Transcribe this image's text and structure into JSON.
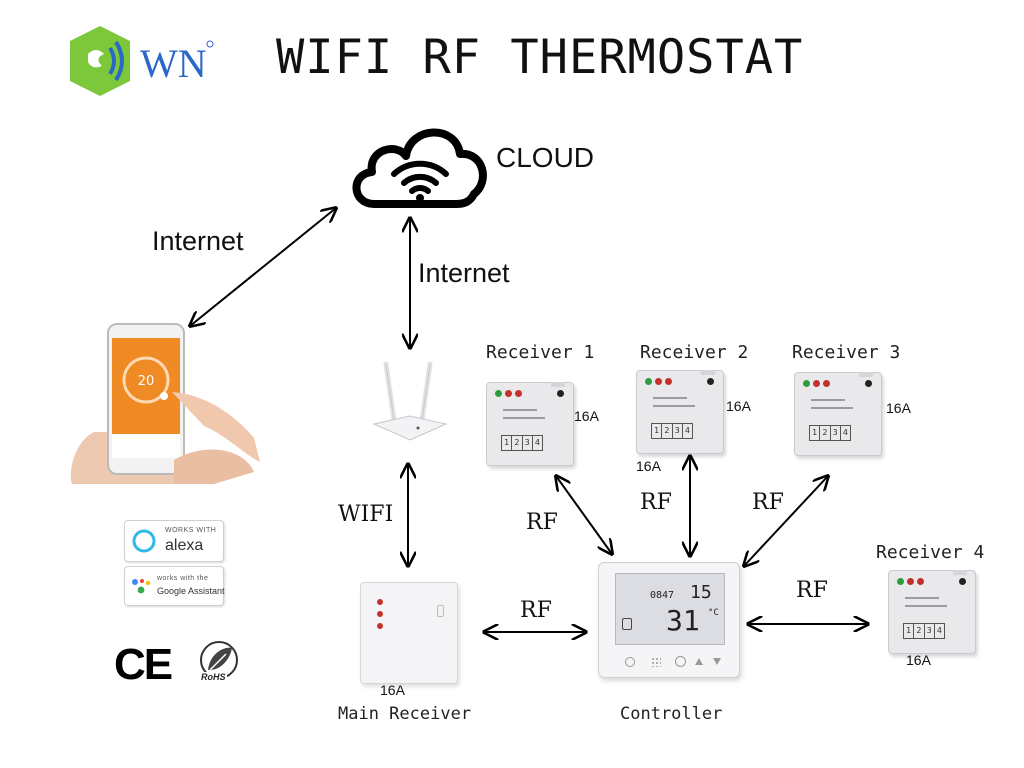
{
  "header": {
    "logo_text": "WN",
    "title": "WIFI RF THERMOSTAT"
  },
  "labels": {
    "cloud": "CLOUD",
    "internet_left": "Internet",
    "internet_center": "Internet",
    "wifi": "WIFI",
    "rf_receiver1": "RF",
    "rf_receiver2": "RF",
    "rf_receiver3": "RF",
    "rf_receiver4": "RF",
    "rf_main": "RF"
  },
  "receivers": [
    {
      "name": "Receiver 1",
      "rating": "16A"
    },
    {
      "name": "Receiver 2",
      "rating": "16A"
    },
    {
      "name": "Receiver 3",
      "rating": "16A"
    },
    {
      "name": "Receiver 4",
      "rating": "16A"
    }
  ],
  "main_receiver": {
    "name": "Main Receiver",
    "rating": "16A"
  },
  "controller": {
    "name": "Controller",
    "display_time": "0847",
    "display_set": "15",
    "display_room": "31",
    "display_unit": "°C"
  },
  "phone": {
    "temperature": "20"
  },
  "badges": {
    "alexa_small": "WORKS WITH",
    "alexa_big": "alexa",
    "google_small": "works with the",
    "google_big": "Google Assistant"
  },
  "certifications": {
    "ce": "CE",
    "rohs": "RoHS"
  },
  "colors": {
    "logo_green": "#7cc83a",
    "logo_blue": "#2a67c9",
    "phone_orange": "#f08a24",
    "led_red": "#c4302b",
    "led_green": "#2e9b3f"
  }
}
